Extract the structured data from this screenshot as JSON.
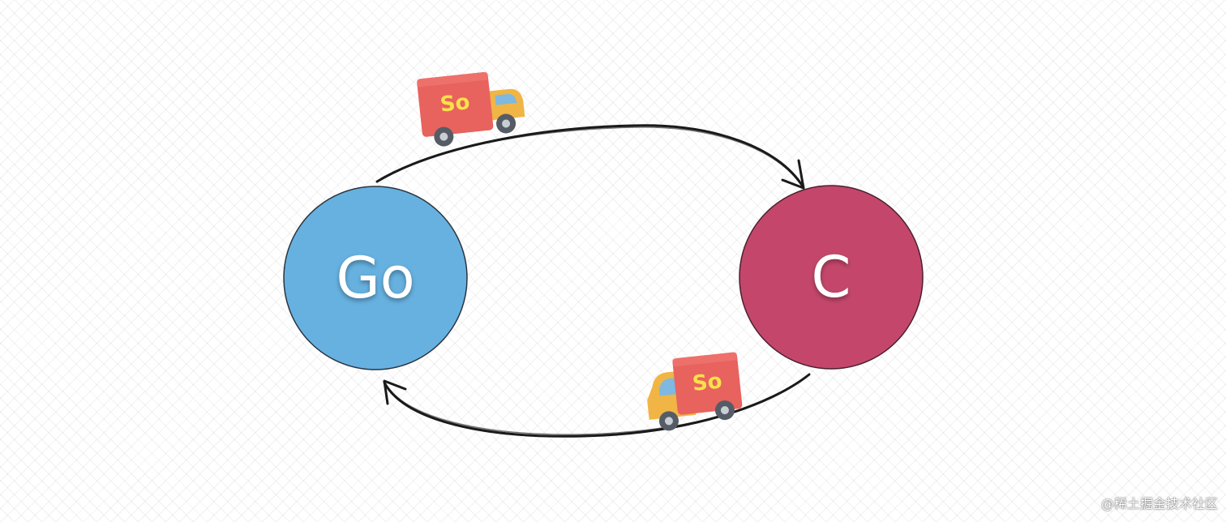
{
  "nodes": {
    "go": {
      "label": "Go",
      "color": "#66b1e0"
    },
    "c": {
      "label": "C",
      "color": "#c4476b"
    }
  },
  "trucks": {
    "top": {
      "label": "So"
    },
    "bottom": {
      "label": "So"
    }
  },
  "colors": {
    "arrow": "#1a1a1a",
    "truck_box": "#e8625e",
    "truck_cab": "#f0b545",
    "truck_label": "#f7e14a"
  },
  "watermark": "@稀土掘金技术社区"
}
